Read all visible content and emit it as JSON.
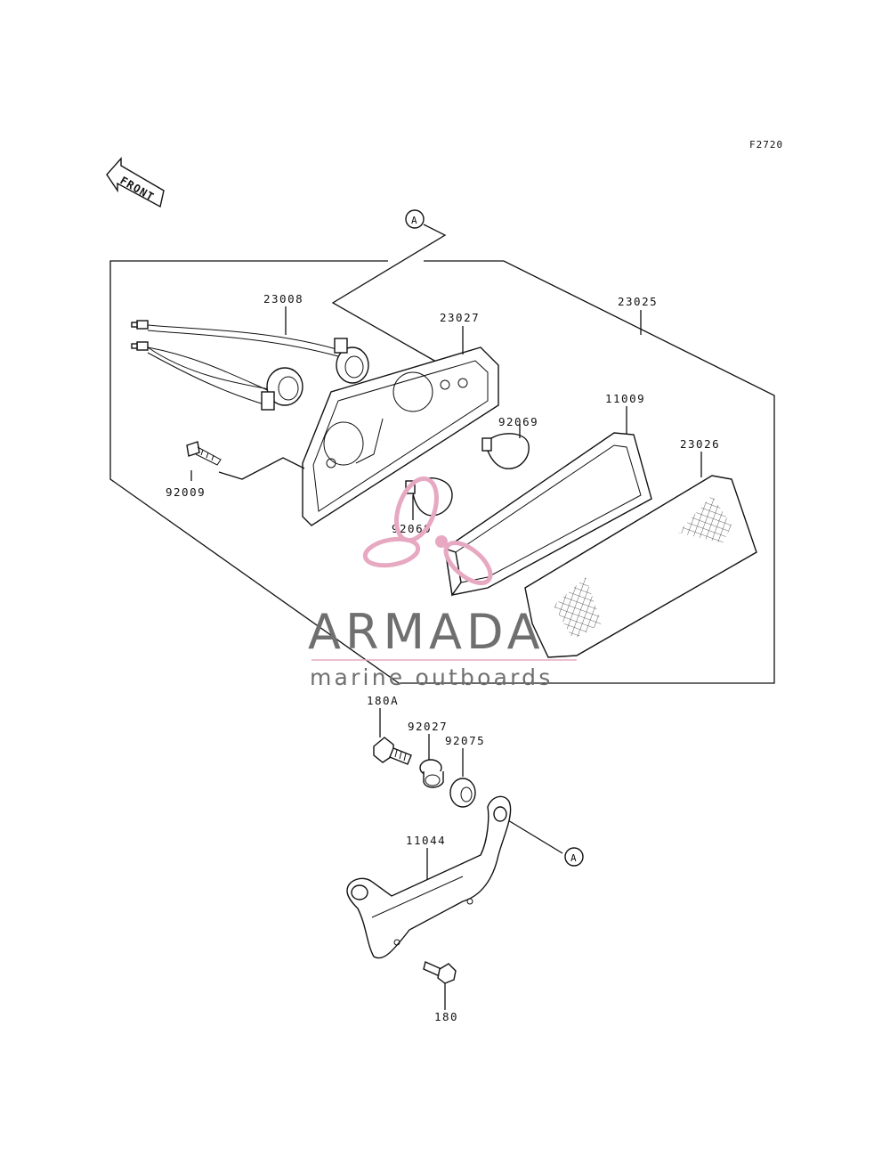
{
  "figure_code": "F2720",
  "front_label": "FRONT",
  "ref_marker": "A",
  "parts": {
    "p23008": "23008",
    "p23027": "23027",
    "p23025": "23025",
    "p11009": "11009",
    "p92069a": "92069",
    "p92069b": "92069",
    "p23026": "23026",
    "p92009": "92009",
    "p180A": "180A",
    "p92027": "92027",
    "p92075": "92075",
    "p11044": "11044",
    "p180": "180"
  },
  "watermark": {
    "brand": "ARMADA",
    "tagline": "marine outboards",
    "pink": "#e7a9c1",
    "gray": "#6f6f6f"
  }
}
